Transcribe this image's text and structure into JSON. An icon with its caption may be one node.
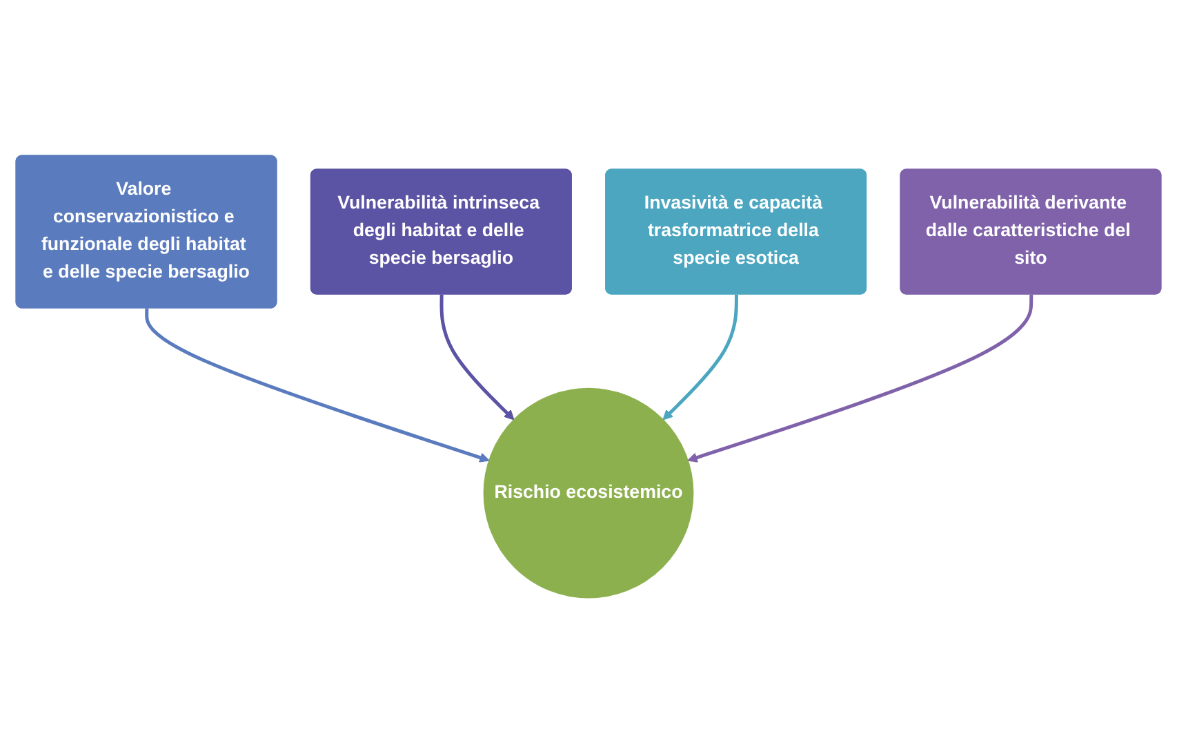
{
  "diagram": {
    "nodes": [
      {
        "text": [
          "Valore conservazionistico e funzionale degli habitat e delle specie bersaglio"
        ]
      },
      {
        "text": [
          "Vulnerabilità intrinseca degli habitat e delle specie bersaglio"
        ]
      },
      {
        "text": [
          "Invasività e capacità trasformatrice della specie esotica"
        ]
      },
      {
        "text": [
          "Vulnerabilità derivante dalle caratteristiche del sito"
        ]
      },
      {
        "text": [
          "Rischio ecosistemico"
        ]
      }
    ],
    "edges": [
      {
        "from": 0,
        "to": 4,
        "arrow": "to",
        "color": "#5a7bbd"
      },
      {
        "from": 1,
        "to": 4,
        "arrow": "to",
        "color": "#5b53a3"
      },
      {
        "from": 2,
        "to": 4,
        "arrow": "to",
        "color": "#4da6c0"
      },
      {
        "from": 3,
        "to": 4,
        "arrow": "to",
        "color": "#7f62aa"
      }
    ]
  }
}
